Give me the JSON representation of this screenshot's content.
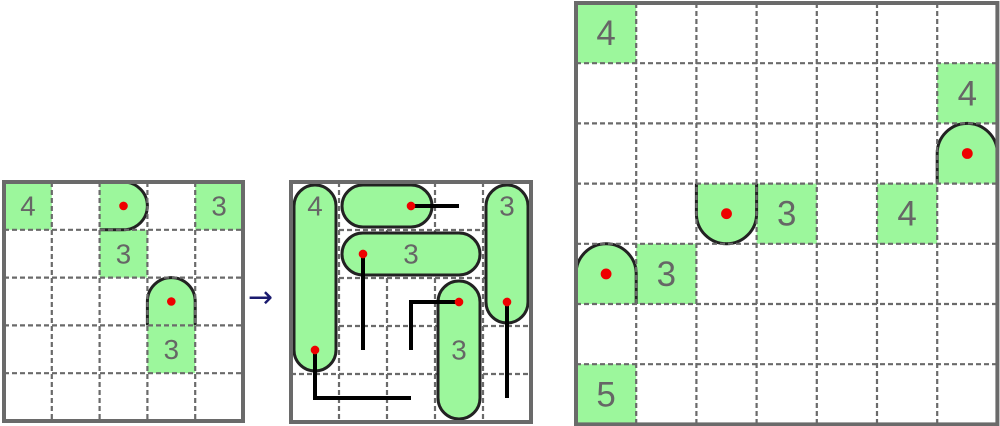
{
  "colors": {
    "cell_fill": "#9cf79c",
    "grid": "#6a6a6a",
    "clue_text": "#666666",
    "outline": "#222222",
    "dot": "#ee0000",
    "arrow": "#1a1a6e"
  },
  "arrow_symbol": "→",
  "puzzles": [
    {
      "id": "example-puzzle",
      "size": 5,
      "shaded": [
        [
          0,
          0
        ],
        [
          0,
          4
        ],
        [
          1,
          2
        ],
        [
          3,
          3
        ]
      ],
      "clues": [
        [
          0,
          0,
          "4"
        ],
        [
          0,
          4,
          "3"
        ],
        [
          1,
          2,
          "3"
        ],
        [
          3,
          3,
          "3"
        ]
      ],
      "domes": [
        [
          0,
          2,
          "right"
        ],
        [
          2,
          3,
          "up"
        ]
      ],
      "pills": [],
      "lines": []
    },
    {
      "id": "example-solution",
      "size": 5,
      "shaded": [],
      "clues": [
        [
          0,
          0,
          "4"
        ],
        [
          0,
          4,
          "3"
        ],
        [
          1,
          2,
          "3"
        ],
        [
          3,
          3,
          "3"
        ]
      ],
      "domes": [],
      "pills": [
        [
          0,
          0,
          3,
          0
        ],
        [
          0,
          1,
          0,
          2
        ],
        [
          1,
          1,
          1,
          3
        ],
        [
          2,
          3,
          4,
          3
        ],
        [
          0,
          4,
          2,
          4
        ]
      ],
      "dots": [
        [
          3,
          0
        ],
        [
          0,
          2
        ],
        [
          1,
          1
        ],
        [
          2,
          3
        ],
        [
          2,
          4
        ]
      ],
      "lines": [
        [
          [
            3,
            0
          ],
          [
            4,
            0
          ],
          [
            4,
            2
          ]
        ],
        [
          [
            0,
            2
          ],
          [
            0,
            3
          ]
        ],
        [
          [
            1,
            1
          ],
          [
            3,
            1
          ]
        ],
        [
          [
            2,
            3
          ],
          [
            2,
            2
          ],
          [
            3,
            2
          ]
        ],
        [
          [
            2,
            4
          ],
          [
            4,
            4
          ]
        ]
      ]
    },
    {
      "id": "main-puzzle",
      "size": 7,
      "shaded": [
        [
          0,
          0
        ],
        [
          1,
          6
        ],
        [
          3,
          3
        ],
        [
          3,
          5
        ],
        [
          4,
          1
        ],
        [
          6,
          0
        ]
      ],
      "clues": [
        [
          0,
          0,
          "4"
        ],
        [
          1,
          6,
          "4"
        ],
        [
          3,
          3,
          "3"
        ],
        [
          3,
          5,
          "4"
        ],
        [
          4,
          1,
          "3"
        ],
        [
          6,
          0,
          "5"
        ]
      ],
      "domes": [
        [
          2,
          6,
          "up"
        ],
        [
          3,
          2,
          "down"
        ],
        [
          4,
          0,
          "up"
        ]
      ],
      "pills": [],
      "lines": []
    }
  ]
}
